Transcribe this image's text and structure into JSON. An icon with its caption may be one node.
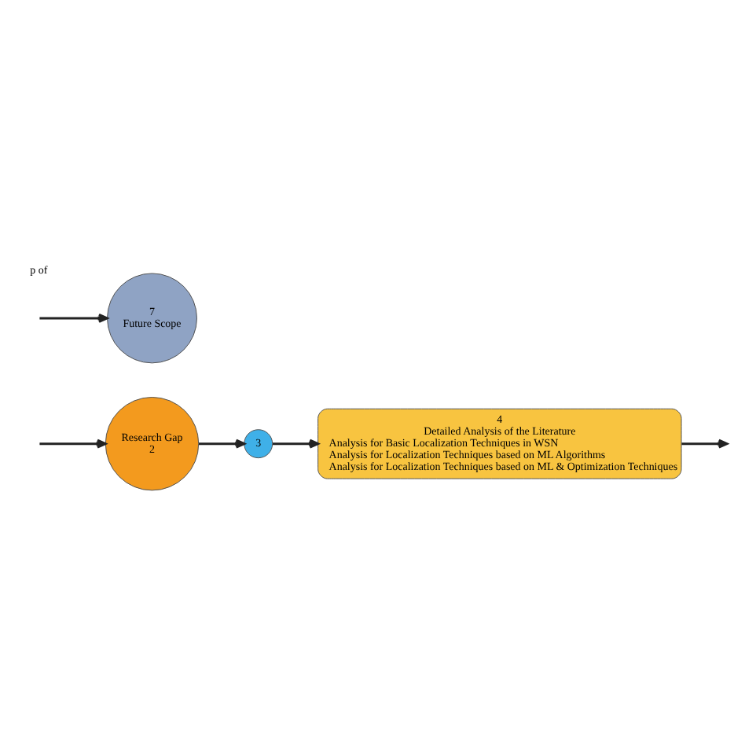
{
  "diagram": {
    "nodes": [
      {
        "text": [
          "Research Gap",
          "2"
        ]
      },
      {
        "text": [
          "3"
        ]
      },
      {
        "text": [
          "4",
          "Detailed Analysis of the Literature",
          "Analysis for Basic Localization Techniques in WSN",
          "Analysis for Localization Techniques based on ML Algorithms",
          "Analysis for Localization Techniques based on ML & Optimization Techniques"
        ]
      },
      {
        "text": [
          "7",
          "Future Scope"
        ]
      }
    ],
    "edges": [
      {
        "from": null,
        "to": 0,
        "arrow": "to"
      },
      {
        "from": 0,
        "to": 1,
        "arrow": "to"
      },
      {
        "from": 1,
        "to": 2,
        "arrow": "to"
      },
      {
        "from": 2,
        "to": null,
        "arrow": "to"
      },
      {
        "from": null,
        "to": 3,
        "arrow": "to"
      }
    ],
    "labels": [
      "p of"
    ]
  }
}
